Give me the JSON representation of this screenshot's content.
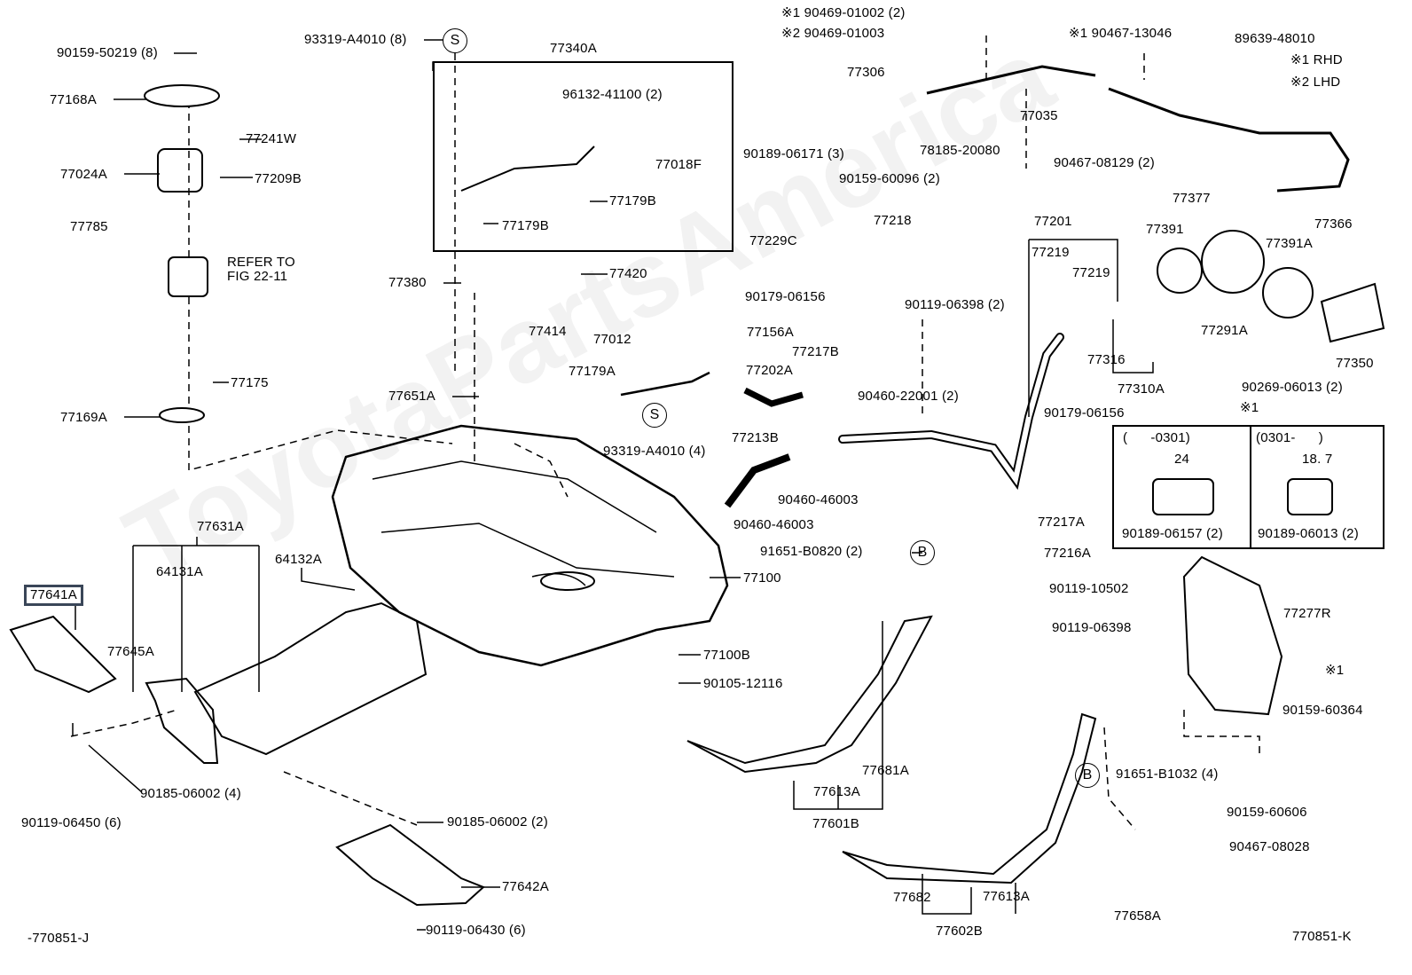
{
  "watermark": "ToyotaPartsAmerica",
  "labels": [
    "90159-50219 (8)",
    "77168A",
    "77241W",
    "77024A",
    "77209B",
    "77785",
    "REFER TO",
    "FIG 22-11",
    "77175",
    "77169A",
    "93319-A4010 (8)",
    "S",
    "77340A",
    "96132-41100 (2)",
    "77018F",
    "77179B",
    "77179B",
    "77420",
    "77380",
    "77414",
    "77012",
    "77179A",
    "77651A",
    "S",
    "93319-A4010 (4)",
    "90179-06156",
    "77156A",
    "77202A",
    "77217B",
    "90460-22001 (2)",
    "77213B",
    "90460-46003",
    "90460-46003",
    "91651-B0820 (2)",
    "B",
    "77100",
    "77100B",
    "90105-12116",
    "77631A",
    "64131A",
    "64132A",
    "77641A",
    "77645A",
    "90185-06002 (4)",
    "90119-06450 (6)",
    "90185-06002 (2)",
    "77642A",
    "90119-06430 (6)",
    "-770851-J",
    "※1 90469-01002 (2)",
    "※2 90469-01003",
    "77306",
    "77035",
    "※1 90467-13046",
    "89639-48010",
    "※1 RHD",
    "※2 LHD",
    "90189-06171 (3)",
    "78185-20080",
    "90159-60096 (2)",
    "90467-08129 (2)",
    "77377",
    "77218",
    "77229C",
    "77201",
    "77219",
    "77219",
    "77391",
    "77366",
    "77391A",
    "77291A",
    "90119-06398 (2)",
    "77316",
    "77310A",
    "77350",
    "90269-06013 (2)",
    "90179-06156",
    "※1",
    "(      -0301)",
    "(0301-      )",
    "24",
    "18. 7",
    "90189-06157 (2)",
    "90189-06013 (2)",
    "77217A",
    "77216A",
    "90119-10502",
    "90119-06398",
    "77277R",
    "※1",
    "90159-60364",
    "90159-60606",
    "77681A",
    "77613A",
    "77601B",
    "B",
    "91651-B1032 (4)",
    "90467-08028",
    "77682",
    "77613A",
    "77602B",
    "77658A",
    "770851-K"
  ]
}
